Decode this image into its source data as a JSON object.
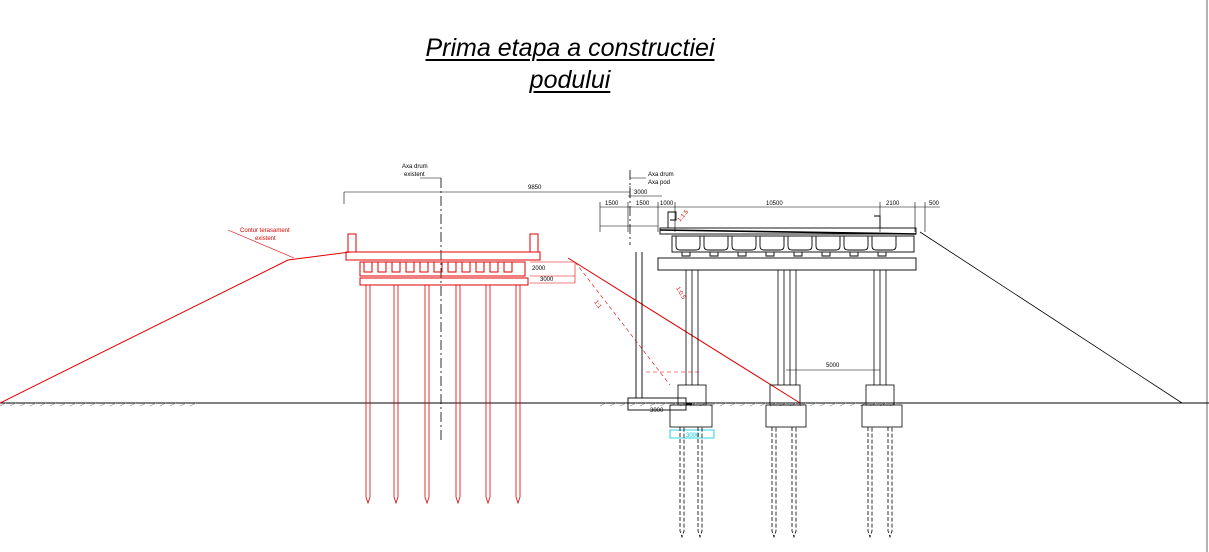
{
  "title": {
    "line1": "Prima etapa a constructiei",
    "line2": "podului"
  },
  "colors": {
    "ink": "#000000",
    "red": "#e00000",
    "cyan": "#00c8d8"
  },
  "labels": {
    "axa_drum_existent_1": "Axa drum",
    "axa_drum_existent_2": "existent",
    "axa_drum_1": "Axa drum",
    "axa_pod": "Axa pod",
    "contur_1": "Contur terasament",
    "contur_2": "existent",
    "slope_1": "1:1",
    "slope_2": "1:0.5",
    "slope_3": "1:1.5"
  },
  "dimensions": {
    "d9850": "9850",
    "d3000_top": "3000",
    "d1500_a": "1500",
    "d1500_b": "1500",
    "d1000": "1000",
    "d10500": "10500",
    "d2100": "2100",
    "d500": "500",
    "d2000": "2000",
    "d3000_left": "3000",
    "d5000": "5000",
    "d3000_bottom": "3000",
    "d3000_cyan": "3000"
  }
}
